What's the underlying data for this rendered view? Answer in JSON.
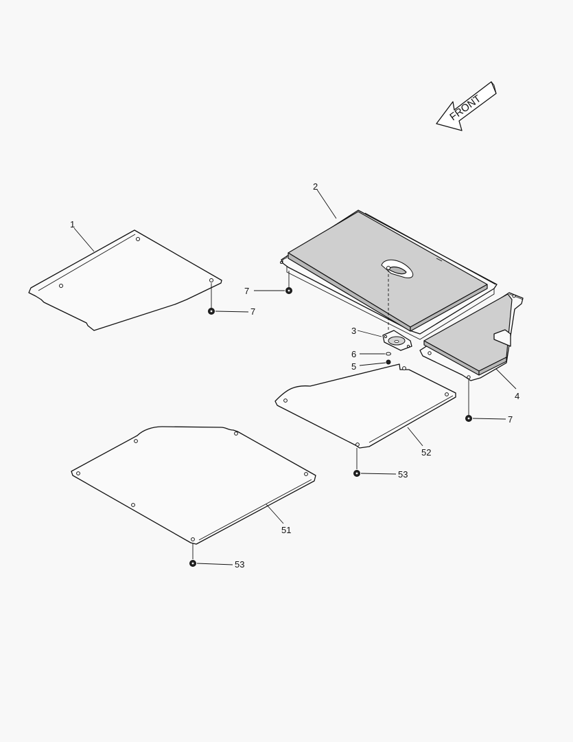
{
  "orientation": {
    "label": "FRONT"
  },
  "callouts": {
    "c1": "1",
    "c2": "2",
    "c3": "3",
    "c4": "4",
    "c5": "5",
    "c6": "6",
    "c7a": "7",
    "c7b": "7",
    "c7c": "7",
    "c51": "51",
    "c52": "52",
    "c53a": "53",
    "c53b": "53"
  }
}
